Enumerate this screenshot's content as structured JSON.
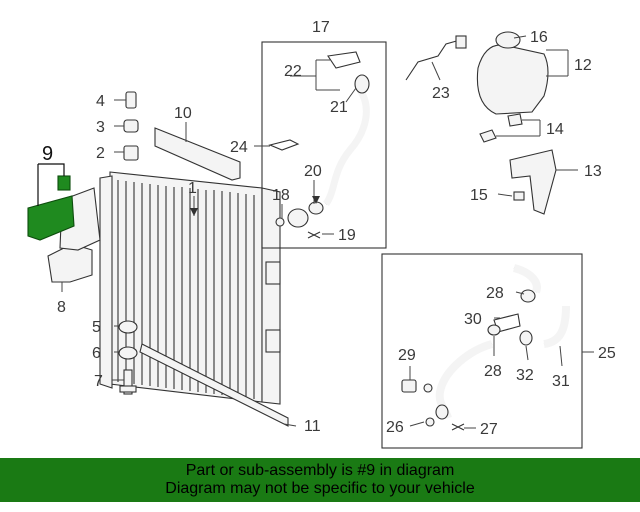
{
  "callouts": {
    "c1": "1",
    "c2": "2",
    "c3": "3",
    "c4": "4",
    "c5": "5",
    "c6": "6",
    "c7": "7",
    "c8": "8",
    "c9": "9",
    "c10": "10",
    "c11": "11",
    "c12": "12",
    "c13": "13",
    "c14": "14",
    "c15": "15",
    "c16": "16",
    "c17": "17",
    "c18": "18",
    "c19": "19",
    "c20": "20",
    "c21": "21",
    "c22": "22",
    "c23": "23",
    "c24": "24",
    "c25": "25",
    "c26": "26",
    "c27": "27",
    "c28a": "28",
    "c28b": "28",
    "c29": "29",
    "c30": "30",
    "c31": "31",
    "c32": "32"
  },
  "banner": {
    "line1": "Part or sub-assembly is #9 in diagram",
    "line2": "Diagram may not be specific to your vehicle"
  },
  "colors": {
    "highlight": "#1f8a1f",
    "banner": "#1a7a14"
  }
}
